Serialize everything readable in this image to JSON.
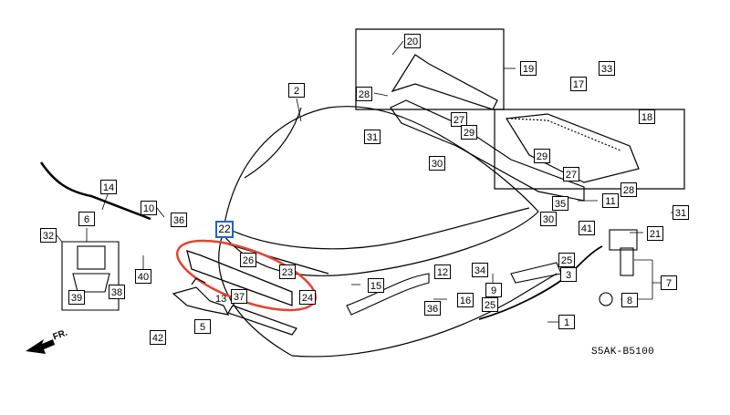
{
  "callouts": [
    "20",
    "19",
    "33",
    "2",
    "28",
    "27",
    "29",
    "17",
    "18",
    "31",
    "30",
    "29",
    "27",
    "28",
    "11",
    "14",
    "10",
    "36",
    "22",
    "35",
    "30",
    "31",
    "6",
    "32",
    "40",
    "26",
    "23",
    "37",
    "38",
    "39",
    "13",
    "24",
    "5",
    "42",
    "41",
    "25",
    "3",
    "21",
    "34",
    "12",
    "15",
    "9",
    "16",
    "36",
    "25",
    "7",
    "8",
    "1"
  ],
  "highlighted_callout": "22",
  "direction_label": "FR.",
  "diagram_code": "S5AK-B5100",
  "colors": {
    "highlight_box": "#1e63c6",
    "circle": "#e8412e",
    "line": "#000000"
  }
}
